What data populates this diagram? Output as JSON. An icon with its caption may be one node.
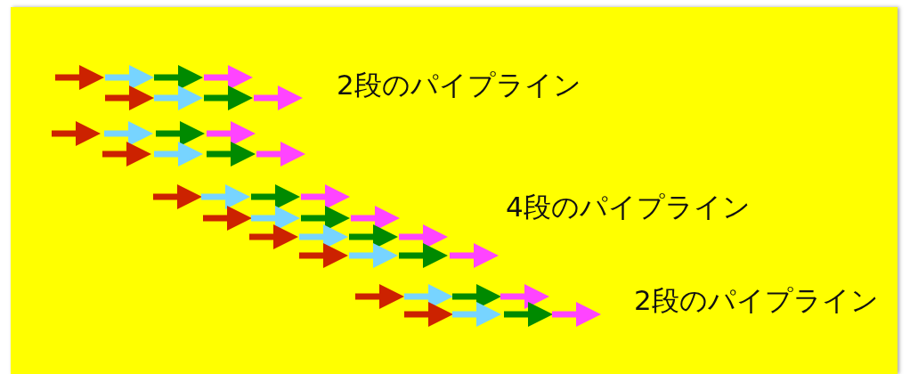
{
  "diagram": {
    "labels": [
      "2段のパイプライン",
      "4段のパイプライン",
      "2段のパイプライン"
    ]
  }
}
